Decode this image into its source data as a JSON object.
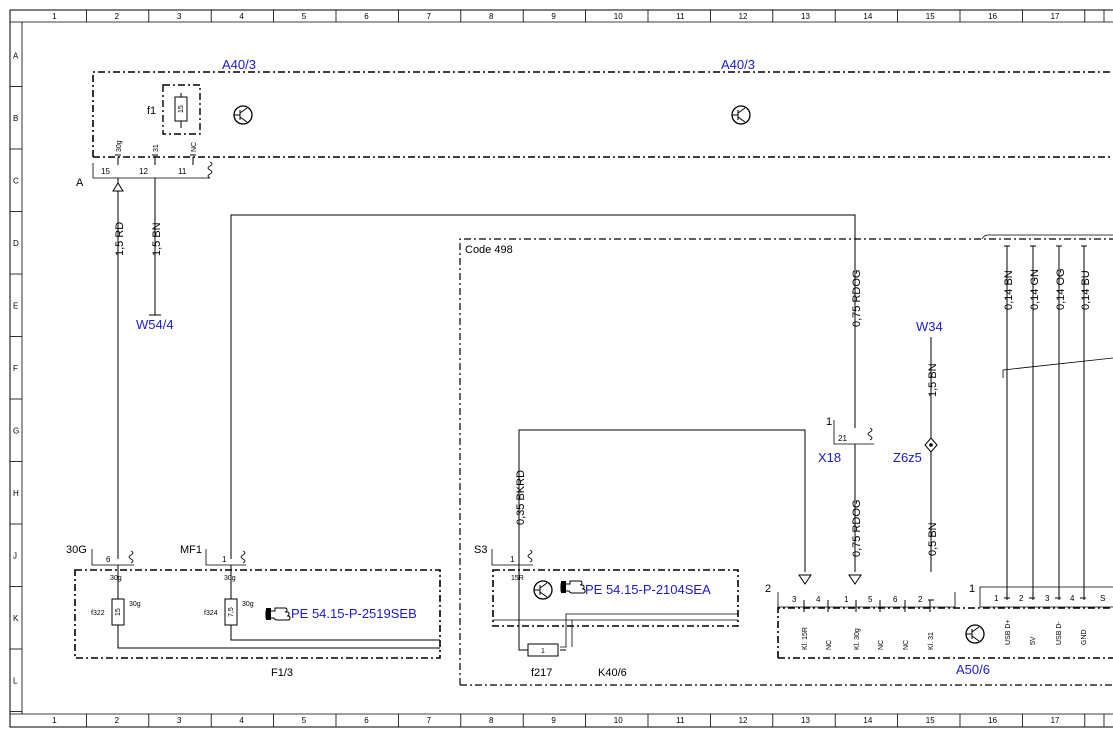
{
  "grid": {
    "columns": [
      "1",
      "2",
      "3",
      "4",
      "5",
      "6",
      "7",
      "8",
      "9",
      "10",
      "11",
      "12",
      "13",
      "14",
      "15",
      "16",
      "17"
    ],
    "rows": [
      "A",
      "B",
      "C",
      "D",
      "E",
      "F",
      "G",
      "H",
      "J",
      "K",
      "L"
    ]
  },
  "components": {
    "a40_3_left": "A40/3",
    "a40_3_right": "A40/3",
    "f1": "f1",
    "f1_value": "15",
    "a": "A",
    "w54_4": "W54/4",
    "code_498": "Code 498",
    "w34": "W34",
    "x18": "X18",
    "z6z5": "Z6z5",
    "f1_3": "F1/3",
    "k40_6": "K40/6",
    "f217": "f217",
    "f217_value": "1",
    "a50_6": "A50/6",
    "f322": "f322",
    "f324": "f324",
    "f322_value": "15",
    "f324_value": "7,5",
    "s3": "S3",
    "mf1": "MF1",
    "terminal_30g": "30G"
  },
  "pins": {
    "a40_pin15": "15",
    "a40_pin12": "12",
    "a40_pin11": "11",
    "a40_sig30g": "30g",
    "a40_sig31": "31",
    "a40_sigNC": "NC",
    "x18_pin1": "1",
    "x18_pin21": "21",
    "f322_30g_top": "30g",
    "f322_30g_side": "30g",
    "f324_30g_top": "30g",
    "f324_30g_side": "30g",
    "t30g_pin": "6",
    "mf1_pin": "1",
    "s3_pin": "1",
    "s3_sig": "15R",
    "a50_conn2": "2",
    "a50_conn1": "1",
    "a50_left_pins": [
      "3",
      "4",
      "1",
      "5",
      "6",
      "2"
    ],
    "a50_left_sigs": [
      "Kl. 15R",
      "NC",
      "Kl. 30g",
      "NC",
      "NC",
      "Kl. 31"
    ],
    "a50_right_pins": [
      "1",
      "2",
      "3",
      "4"
    ],
    "a50_right_sigs": [
      "USB D+",
      "5V",
      "USB D-",
      "GND"
    ],
    "a50_right_more": "S"
  },
  "wires": {
    "rd_15": "1,5 RD",
    "bn_15_left": "1,5 BN",
    "rdog_075_top": "0,75 RDOG",
    "rdog_075_bottom": "0,75 RDOG",
    "bn_15_w34": "1,5 BN",
    "bn_05": "0,5 BN",
    "bkrd_035": "0,35 BKRD",
    "usb_bn": "0,14 BN",
    "usb_gn": "0,14 GN",
    "usb_og": "0,14 OG",
    "usb_bu": "0,14 BU"
  },
  "references": {
    "pe_2519": "PE 54.15-P-2519SEB",
    "pe_2104": "PE 54.15-P-2104SEA"
  },
  "icons": [
    "pointing-hand-icon",
    "transistor-symbol-icon"
  ],
  "colors": {
    "link": "#1a1ad6",
    "line": "#000000"
  }
}
